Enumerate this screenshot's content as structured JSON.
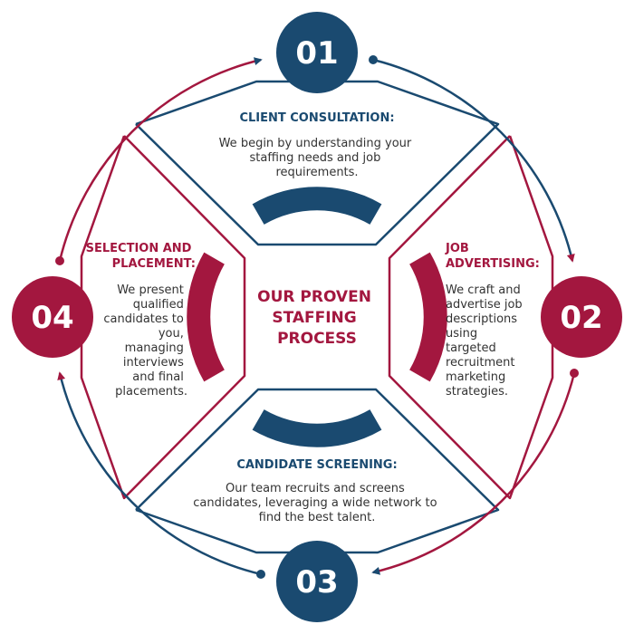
{
  "colors": {
    "navy": "#1a4a70",
    "crimson": "#a3173f",
    "text": "#333333"
  },
  "center": {
    "title_lines": [
      "OUR PROVEN",
      "STAFFING",
      "PROCESS"
    ]
  },
  "steps": [
    {
      "number": "01",
      "color": "navy",
      "title_lines": [
        "CLIENT CONSULTATION:"
      ],
      "text_lines": [
        "We begin by understanding your",
        "staffing needs and job",
        "requirements."
      ]
    },
    {
      "number": "02",
      "color": "crimson",
      "title_lines": [
        "JOB",
        "ADVERTISING:"
      ],
      "text_lines": [
        "We craft and",
        "advertise job",
        "descriptions",
        "using",
        "targeted",
        "recruitment",
        "marketing",
        "strategies."
      ]
    },
    {
      "number": "03",
      "color": "navy",
      "title_lines": [
        "CANDIDATE SCREENING:"
      ],
      "text_lines": [
        "Our team recruits and screens",
        "candidates, leveraging a wide network to",
        "find the best talent."
      ]
    },
    {
      "number": "04",
      "color": "crimson",
      "title_lines": [
        "SELECTION AND",
        "PLACEMENT:"
      ],
      "text_lines": [
        "We present",
        "qualified",
        "candidates to",
        "you,",
        "managing",
        "interviews",
        "and final",
        "placements."
      ]
    }
  ]
}
